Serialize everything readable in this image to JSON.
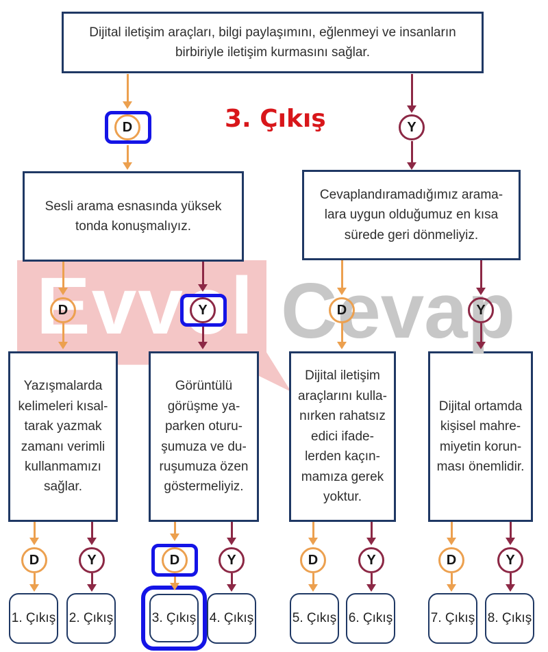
{
  "title": "3. Çıkış",
  "watermark": {
    "left_word": "Evvel",
    "right_word": "Cevap"
  },
  "decision_labels": {
    "d": "D",
    "y": "Y"
  },
  "colors": {
    "box_border_navy": "#1f3864",
    "branch_true_orange": "#eca04f",
    "branch_false_maroon": "#8c2845",
    "highlight_blue": "#1414e6",
    "title_red": "#d8161a",
    "watermark_pink": "#f4c6c6",
    "watermark_gray": "#c7c7c7"
  },
  "boxes": {
    "root": "Dijital iletişim araçları, bilgi paylaşımını, eğlenmeyi ve insanların\nbirbiriyle iletişim kurmasını sağlar.",
    "level2_left": "Sesli arama esnasında yüksek\ntonda konuşmalıyız.",
    "level2_right": "Cevaplandıramadığımız arama-\nlara uygun olduğumuz en kısa\nsürede geri dönmeliyiz.",
    "level3_1": "Yazışmalarda\nkelimeleri kısal-\ntarak yazmak\nzamanı verimli\nkullanmamızı\nsağlar.",
    "level3_2": "Görüntülü\ngörüşme ya-\nparken oturu-\nşumuza ve du-\nruşumuza özen\ngöstermeliyiz.",
    "level3_3": "Dijital iletişim\naraçlarını kulla-\nnırken rahatsız\nedici ifade-\nlerden kaçın-\nmamıza gerek\nyoktur.",
    "level3_4": "Dijital ortamda\nkişisel mahre-\nmiyetin korun-\nması önemlidir."
  },
  "outcomes": [
    "1. Çıkış",
    "2. Çıkış",
    "3. Çıkış",
    "4. Çıkış",
    "5. Çıkış",
    "6. Çıkış",
    "7. Çıkış",
    "8. Çıkış"
  ]
}
